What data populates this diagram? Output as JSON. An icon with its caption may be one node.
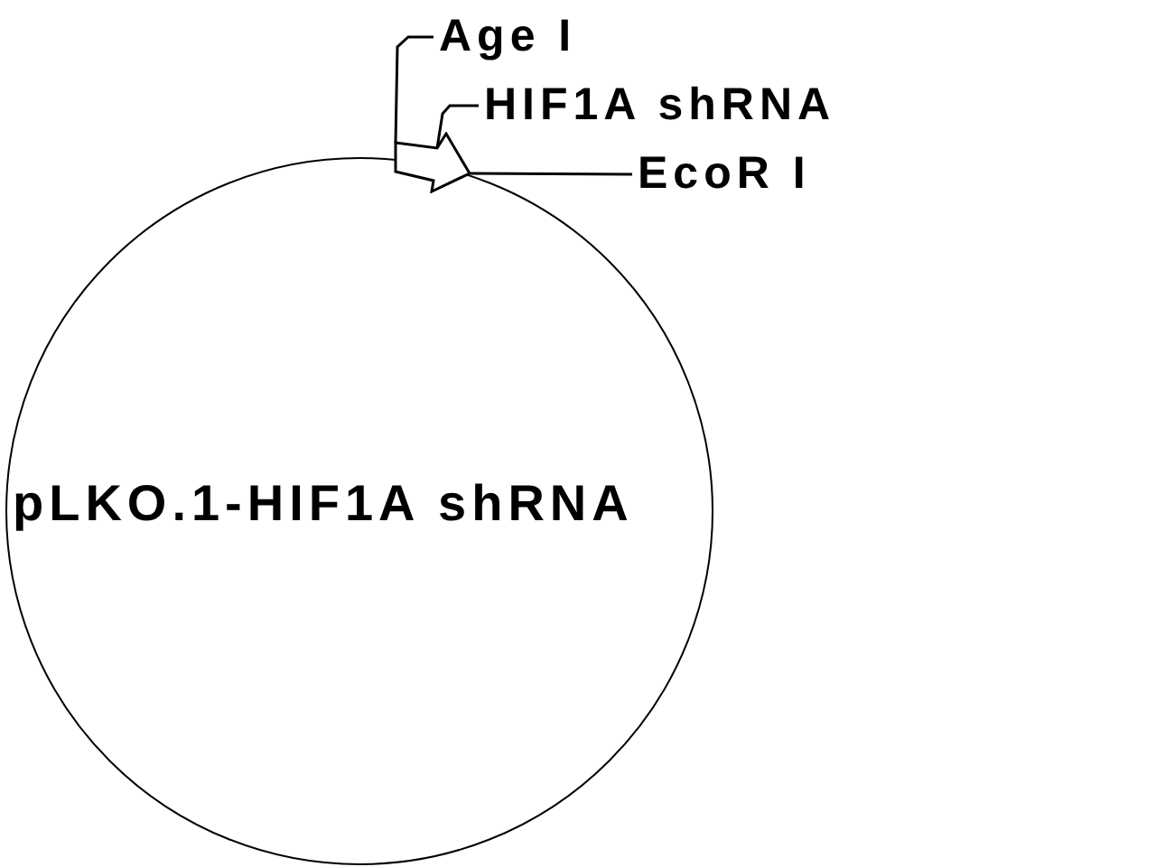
{
  "diagram": {
    "nodes": [
      {
        "text": [
          "Age I"
        ]
      },
      {
        "text": [
          "HIF1A shRNA"
        ]
      },
      {
        "text": [],
        "shape": "arrow"
      },
      {
        "text": [
          "EcoR I"
        ]
      },
      {
        "text": [
          "pLKO.1-HIF1A shRNA"
        ]
      }
    ],
    "edges": [
      {
        "from": 0,
        "to": 2,
        "arrow": "none"
      },
      {
        "from": 1,
        "to": 2,
        "arrow": "none"
      },
      {
        "from": 3,
        "to": 2,
        "arrow": "none"
      }
    ]
  }
}
